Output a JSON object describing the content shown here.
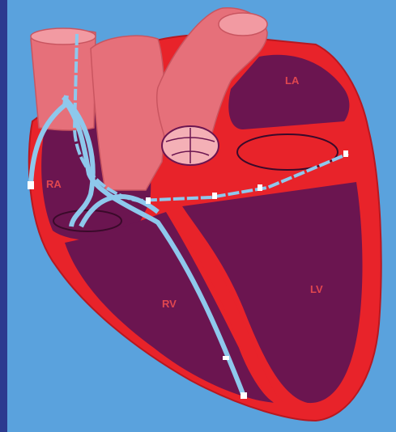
{
  "labels": {
    "ra": "RA",
    "la": "LA",
    "rv": "RV",
    "lv": "LV"
  },
  "colors": {
    "background": "#5aa2dd",
    "left_border": "#2c3a8f",
    "myocardium": "#e8232a",
    "myocardium_dark": "#b81820",
    "chamber": "#6b1550",
    "vessel": "#e6707a",
    "vessel_light": "#f29aa2",
    "lead": "#8ec8ec",
    "label": "#e0464f"
  }
}
